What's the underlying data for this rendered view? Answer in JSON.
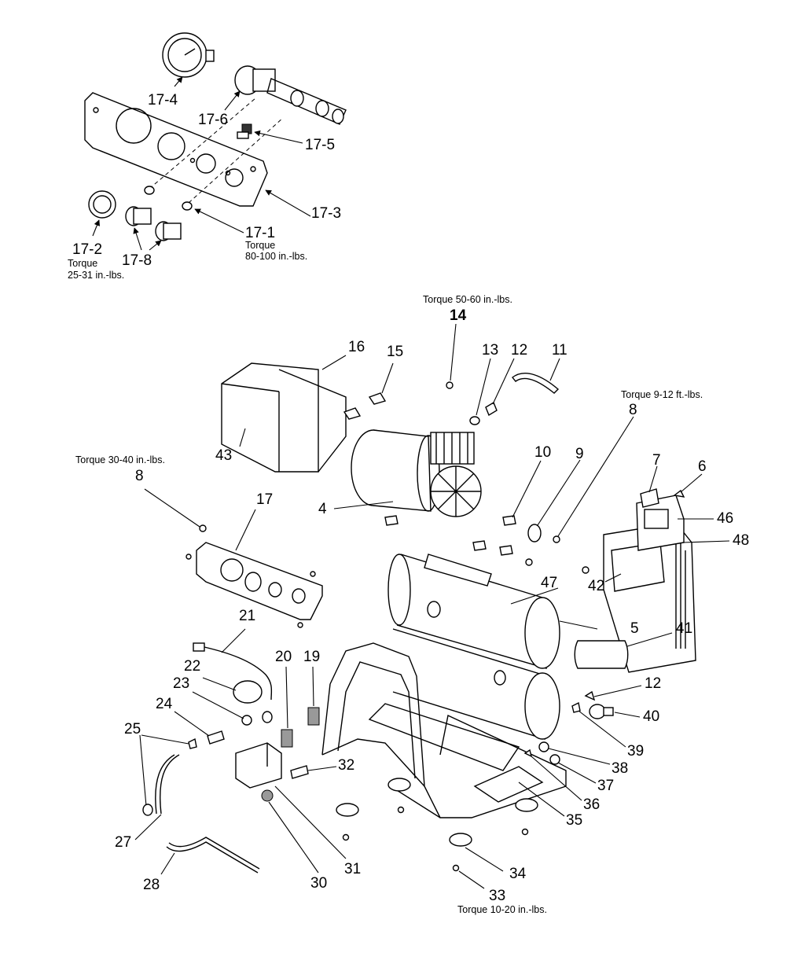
{
  "callouts": {
    "c17_4": "17-4",
    "c17_6": "17-6",
    "c17_5": "17-5",
    "c17_3": "17-3",
    "c17_2": "17-2",
    "c17_8": "17-8",
    "c17_1": "17-1",
    "c14": "14",
    "c16": "16",
    "c15": "15",
    "c13": "13",
    "c12a": "12",
    "c11": "11",
    "c10": "10",
    "c9": "9",
    "c8a": "8",
    "c8b": "8",
    "c7": "7",
    "c6": "6",
    "c46": "46",
    "c48": "48",
    "c43": "43",
    "c4": "4",
    "c17": "17",
    "c47": "47",
    "c42": "42",
    "c5": "5",
    "c41": "41",
    "c21": "21",
    "c20": "20",
    "c19": "19",
    "c22": "22",
    "c23": "23",
    "c24": "24",
    "c25": "25",
    "c32": "32",
    "c12b": "12",
    "c40": "40",
    "c39": "39",
    "c38": "38",
    "c37": "37",
    "c36": "36",
    "c35": "35",
    "c27": "27",
    "c28": "28",
    "c30": "30",
    "c31": "31",
    "c34": "34",
    "c33": "33"
  },
  "notes": {
    "torque_17_2_a": "Torque",
    "torque_17_2_b": "25-31 in.-lbs.",
    "torque_17_1_a": "Torque",
    "torque_17_1_b": "80-100 in.-lbs.",
    "torque_14": "Torque 50-60 in.-lbs.",
    "torque_8_right": "Torque 9-12 ft.-lbs.",
    "torque_8_left": "Torque 30-40 in.-lbs.",
    "torque_33": "Torque 10-20 in.-lbs."
  }
}
